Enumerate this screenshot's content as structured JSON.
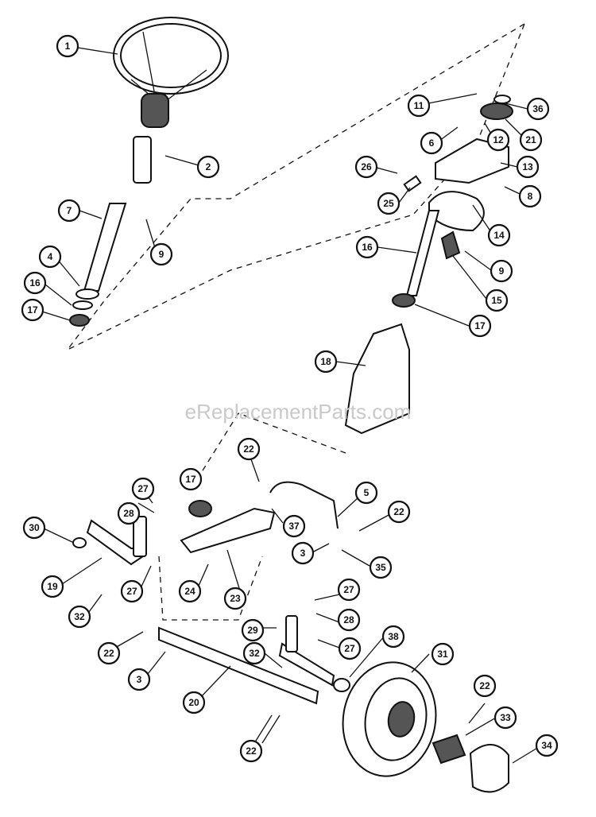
{
  "watermark": "eReplacementParts.com",
  "callouts": [
    "1",
    "2",
    "7",
    "9",
    "4",
    "16",
    "17",
    "11",
    "36",
    "6",
    "12",
    "21",
    "26",
    "13",
    "25",
    "8",
    "14",
    "16",
    "9",
    "15",
    "17",
    "18",
    "22",
    "17",
    "5",
    "27",
    "28",
    "37",
    "22",
    "30",
    "3",
    "35",
    "19",
    "27",
    "24",
    "23",
    "32",
    "27",
    "28",
    "22",
    "29",
    "38",
    "32",
    "27",
    "31",
    "3",
    "20",
    "22",
    "33",
    "22",
    "34"
  ]
}
